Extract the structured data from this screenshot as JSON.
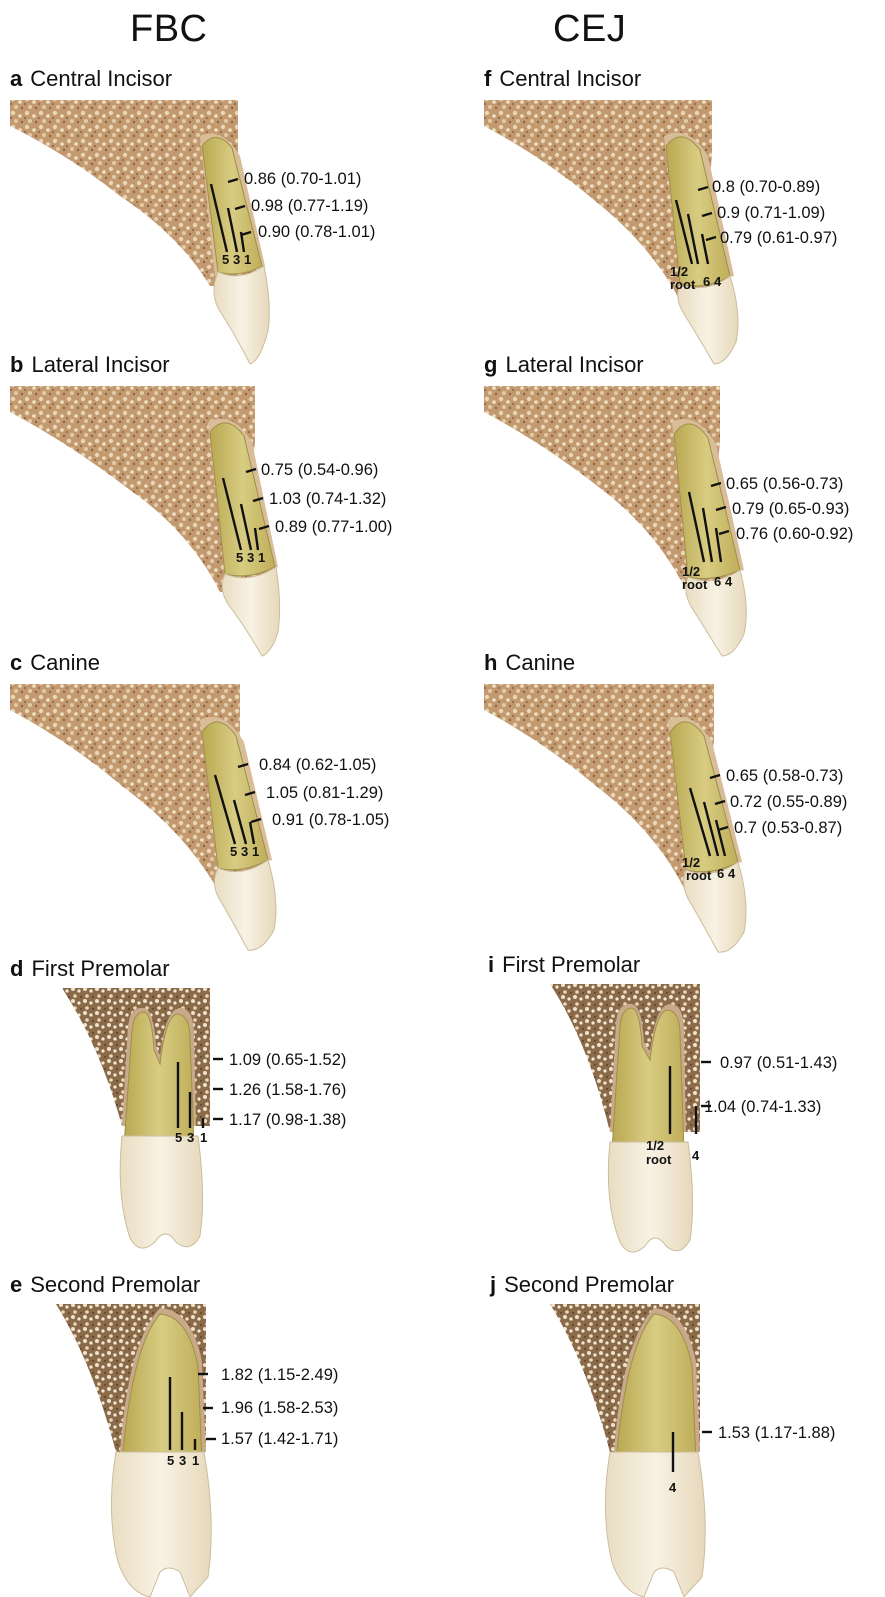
{
  "columns": {
    "left": "FBC",
    "right": "CEJ"
  },
  "colors": {
    "bone": "#c9a27a",
    "bone_dark": "#8a6440",
    "bone_light": "#e6cfae",
    "root": "#cbbd6a",
    "crown": "#efe6d2",
    "gum": "#c7a788",
    "line": "#111111"
  },
  "panels": {
    "a": {
      "letter": "a",
      "title": "Central Incisor",
      "m1": "0.86 (0.70-1.01)",
      "m2": "0.98 (0.77-1.19)",
      "m3": "0.90 (0.78-1.01)",
      "lbl1": "5",
      "lbl2": "3",
      "lbl3": "1"
    },
    "b": {
      "letter": "b",
      "title": "Lateral Incisor",
      "m1": "0.75 (0.54-0.96)",
      "m2": "1.03 (0.74-1.32)",
      "m3": "0.89 (0.77-1.00)",
      "lbl1": "5",
      "lbl2": "3",
      "lbl3": "1"
    },
    "c": {
      "letter": "c",
      "title": "Canine",
      "m1": "0.84 (0.62-1.05)",
      "m2": "1.05 (0.81-1.29)",
      "m3": "0.91 (0.78-1.05)",
      "lbl1": "5",
      "lbl2": "3",
      "lbl3": "1"
    },
    "d": {
      "letter": "d",
      "title": "First Premolar",
      "m1": "1.09 (0.65-1.52)",
      "m2": "1.26 (1.58-1.76)",
      "m3": "1.17 (0.98-1.38)",
      "lbl1": "5",
      "lbl2": "3",
      "lbl3": "1"
    },
    "e": {
      "letter": "e",
      "title": "Second Premolar",
      "m1": "1.82 (1.15-2.49)",
      "m2": "1.96 (1.58-2.53)",
      "m3": "1.57 (1.42-1.71)",
      "lbl1": "5",
      "lbl2": "3",
      "lbl3": "1"
    },
    "f": {
      "letter": "f",
      "title": "Central Incisor",
      "m1": "0.8 (0.70-0.89)",
      "m2": "0.9 (0.71-1.09)",
      "m3": "0.79 (0.61-0.97)",
      "half": "1/2",
      "root": "root",
      "lbl2": "6",
      "lbl3": "4"
    },
    "g": {
      "letter": "g",
      "title": "Lateral Incisor",
      "m1": "0.65 (0.56-0.73)",
      "m2": "0.79 (0.65-0.93)",
      "m3": "0.76 (0.60-0.92)",
      "half": "1/2",
      "root": "root",
      "lbl2": "6",
      "lbl3": "4"
    },
    "h": {
      "letter": "h",
      "title": "Canine",
      "m1": "0.65 (0.58-0.73)",
      "m2": "0.72 (0.55-0.89)",
      "m3": "0.7 (0.53-0.87)",
      "half": "1/2",
      "root": "root",
      "lbl2": "6",
      "lbl3": "4"
    },
    "i": {
      "letter": "i",
      "title": "First Premolar",
      "m1": "0.97 (0.51-1.43)",
      "m2": "1.04 (0.74-1.33)",
      "half": "1/2",
      "root": "root",
      "lbl3": "4"
    },
    "j": {
      "letter": "j",
      "title": "Second Premolar",
      "m1": "1.53 (1.17-1.88)",
      "lbl3": "4"
    }
  }
}
